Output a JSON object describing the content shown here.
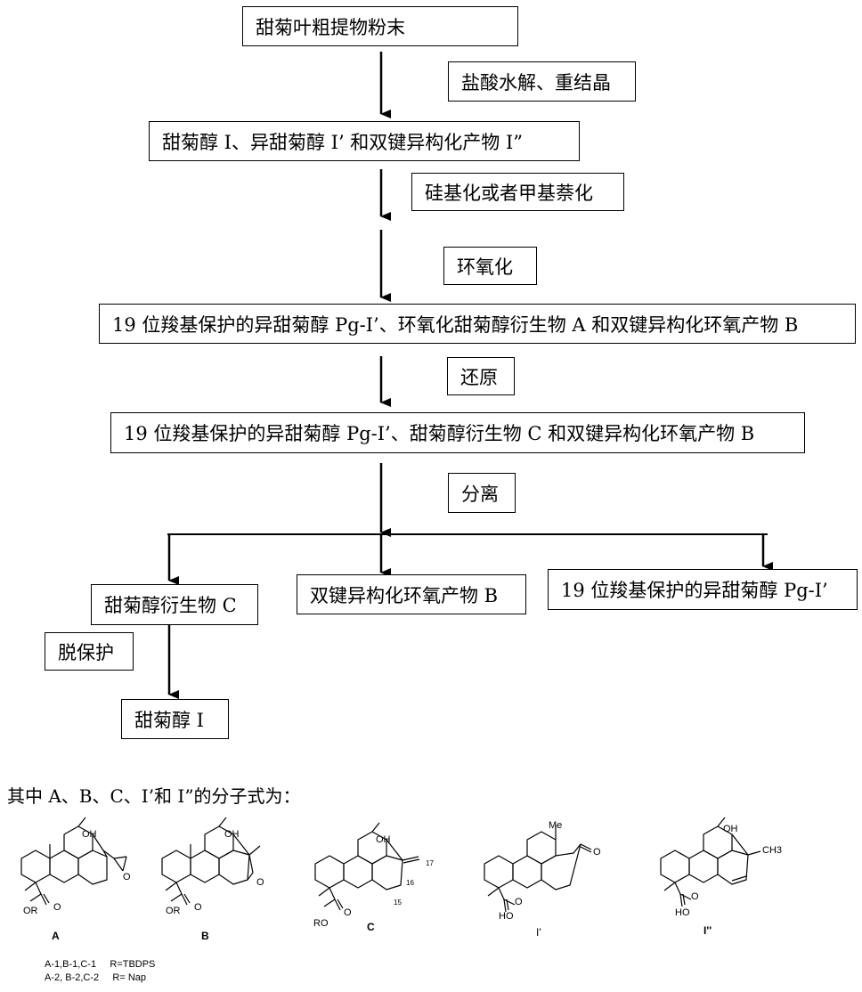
{
  "flow": {
    "start": "甜菊叶粗提物粉末",
    "step1_reagent": "盐酸水解、重结晶",
    "intermediate1": "甜菊醇 I、异甜菊醇 I’ 和双键异构化产物 I”",
    "step2_reagent": "硅基化或者甲基萘化",
    "step3_reagent": "环氧化",
    "intermediate2": "19 位羧基保护的异甜菊醇 Pg-I’、环氧化甜菊醇衍生物 A 和双键异构化环氧产物 B",
    "step4_reagent": "还原",
    "intermediate3": "19 位羧基保护的异甜菊醇 Pg-I’、甜菊醇衍生物 C 和双键异构化环氧产物 B",
    "step5_reagent": "分离",
    "branch_c": "甜菊醇衍生物 C",
    "branch_b": "双键异构化环氧产物 B",
    "branch_pg": "19 位羧基保护的异甜菊醇 Pg-I’",
    "deprotect_reagent": "脱保护",
    "final": "甜菊醇 I"
  },
  "caption": "其中 A、B、C、I’和 I”的分子式为：",
  "structures": {
    "labels": [
      "A",
      "B",
      "C",
      "I'",
      "I''"
    ],
    "atoms": {
      "oh": "OH",
      "o": "O",
      "or": "OR",
      "ro": "RO",
      "me": "Me",
      "ho": "HO",
      "ch3": "CH3",
      "n16": "16",
      "n17": "17",
      "n15": "15"
    },
    "legend_line1": "A-1,B-1,C-1     R=TBDPS",
    "legend_line2": "A-2, B-2,C-2     R= Nap"
  }
}
